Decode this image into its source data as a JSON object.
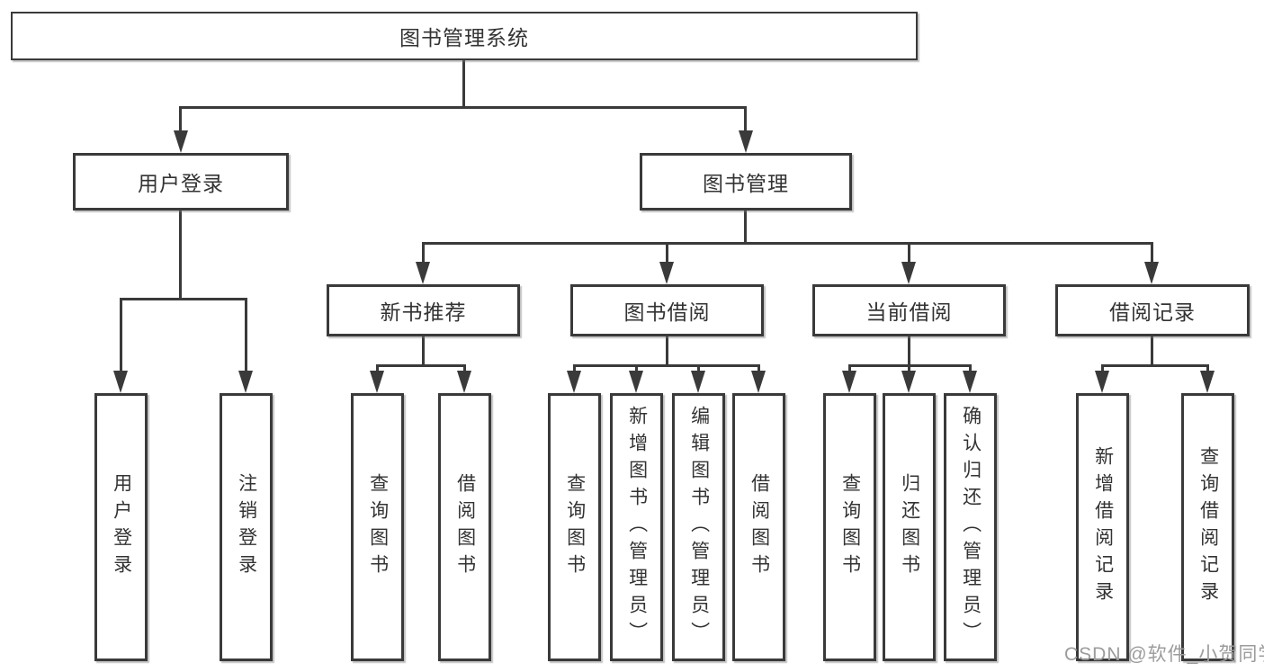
{
  "diagram": {
    "type": "tree",
    "background": "#ffffff",
    "line_color": "#3a3a3a",
    "text_color": "#333333",
    "watermark_color": "#9c9c9c"
  },
  "tree": {
    "label": "图书管理系统",
    "children": [
      {
        "label": "用户登录",
        "children": [
          {
            "label": "用户登录"
          },
          {
            "label": "注销登录"
          }
        ]
      },
      {
        "label": "图书管理",
        "children": [
          {
            "label": "新书推荐",
            "children": [
              {
                "label": "查询图书"
              },
              {
                "label": "借阅图书"
              }
            ]
          },
          {
            "label": "图书借阅",
            "children": [
              {
                "label": "查询图书"
              },
              {
                "label": "新增图书（管理员）"
              },
              {
                "label": "编辑图书（管理员）"
              },
              {
                "label": "借阅图书"
              }
            ]
          },
          {
            "label": "当前借阅",
            "children": [
              {
                "label": "查询图书"
              },
              {
                "label": "归还图书"
              },
              {
                "label": "确认归还（管理员）"
              }
            ]
          },
          {
            "label": "借阅记录",
            "children": [
              {
                "label": "新增借阅记录"
              },
              {
                "label": "查询借阅记录"
              }
            ]
          }
        ]
      }
    ]
  },
  "watermark": {
    "text": "CSDN @软件_小贺同学"
  }
}
